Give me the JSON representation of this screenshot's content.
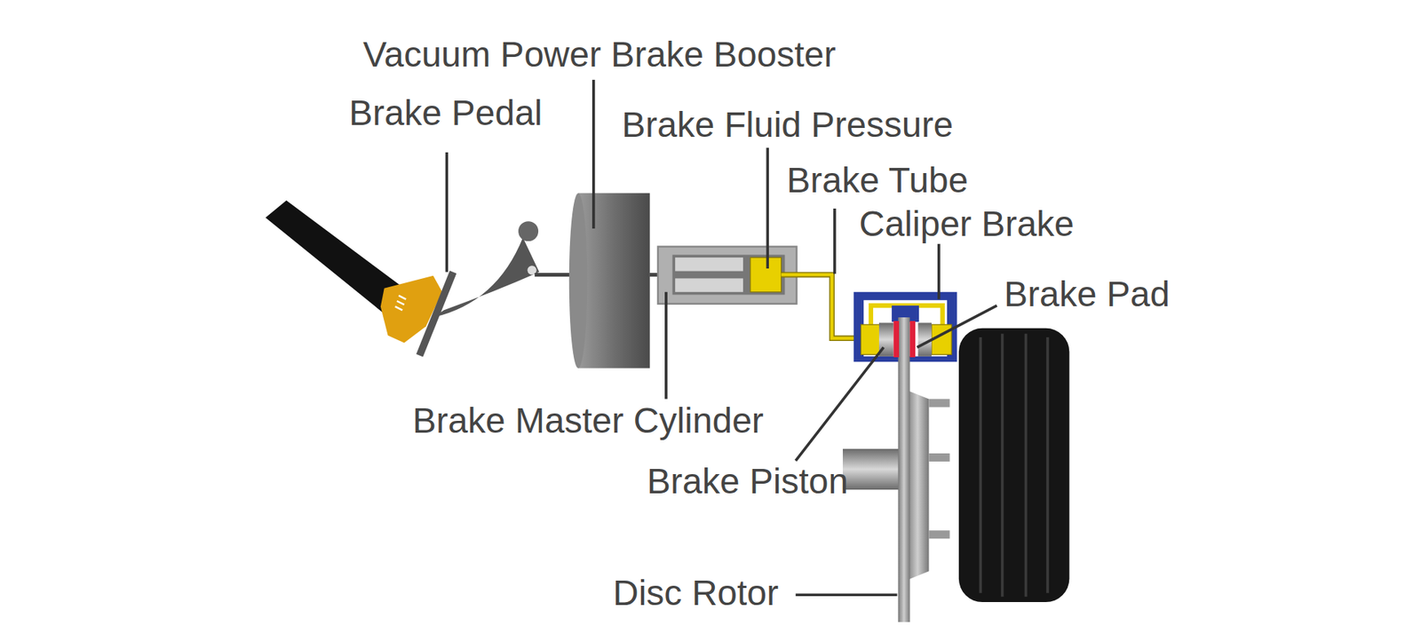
{
  "diagram": {
    "labels": [
      "Vacuum Power Brake Booster",
      "Brake Pedal",
      "Brake Fluid Pressure",
      "Brake Tube",
      "Caliper Brake",
      "Brake Pad",
      "Brake Master Cylinder",
      "Brake Piston",
      "Disc Rotor"
    ]
  }
}
